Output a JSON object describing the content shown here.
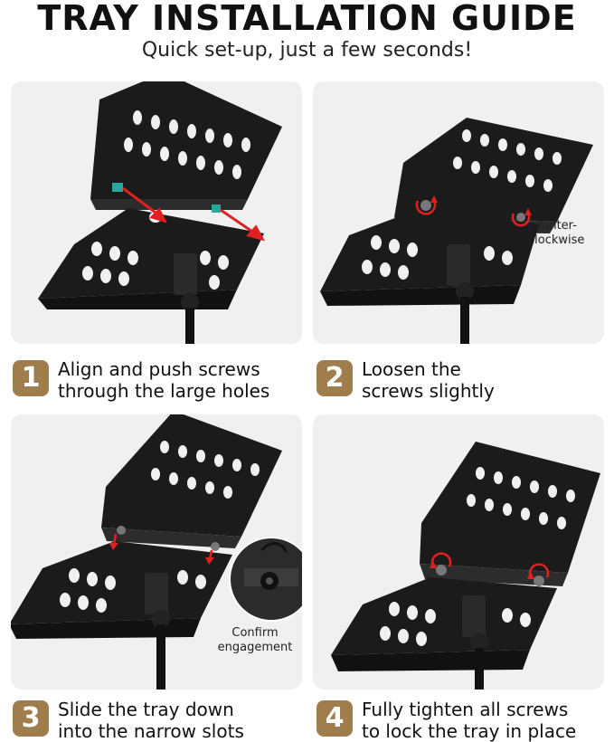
{
  "header": {
    "title": "TRAY INSTALLATION GUIDE",
    "subtitle": "Quick set-up, just a few seconds!"
  },
  "steps": [
    {
      "number": "1",
      "line1": "Align and push screws",
      "line2": "through the large holes"
    },
    {
      "number": "2",
      "line1": "Loosen the",
      "line2": "screws slightly",
      "note1": "counter-",
      "note2": "clockwise"
    },
    {
      "number": "3",
      "line1": "Slide the tray down",
      "line2": "into the narrow slots",
      "note1": "Confirm",
      "note2": "engagement"
    },
    {
      "number": "4",
      "line1": "Fully tighten all screws",
      "line2": "to lock the tray in place"
    }
  ],
  "colors": {
    "badge": "#a07d4d",
    "panel": "#f0f0f0",
    "arrow": "#e02020",
    "screw_accent": "#2aa79b"
  }
}
